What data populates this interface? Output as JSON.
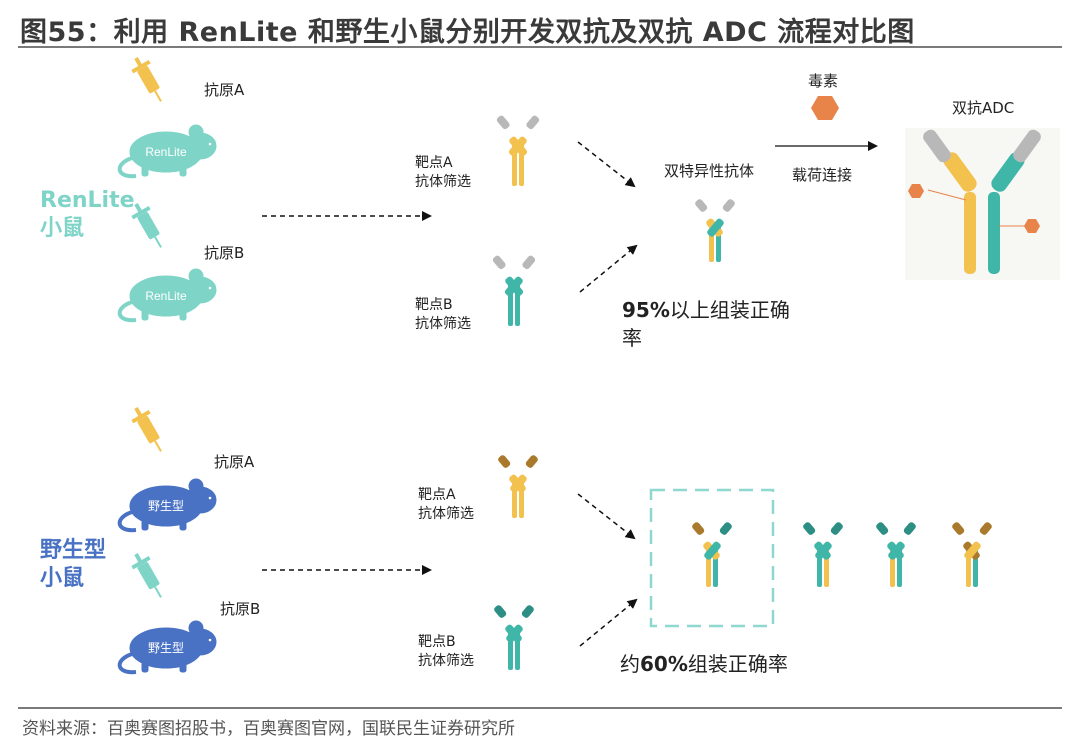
{
  "title": "图55：利用 RenLite 和野生小鼠分别开发双抗及双抗 ADC 流程对比图",
  "source": "资料来源：百奥赛图招股书，百奥赛图官网，国联民生证券研究所",
  "colors": {
    "teal": "#7fd4c8",
    "blue": "#4a72c4",
    "yellow": "#f2c14e",
    "green": "#3fb6a8",
    "gray": "#b8b8b8",
    "brown": "#a97a2c",
    "orange": "#e8834a"
  },
  "top": {
    "group_label_line1": "RenLite",
    "group_label_line2": "小鼠",
    "antigen_a": "抗原A",
    "antigen_b": "抗原B",
    "mouse_label": "RenLite",
    "screen_a_line1": "靶点A",
    "screen_a_line2": "抗体筛选",
    "screen_b_line1": "靶点B",
    "screen_b_line2": "抗体筛选",
    "bispecific": "双特异性抗体",
    "toxin": "毒素",
    "payload_link": "载荷连接",
    "adc": "双抗ADC",
    "rate_bold": "95%",
    "rate_line1_rest": "以上组装正确",
    "rate_line2": "率"
  },
  "bottom": {
    "group_label_line1": "野生型",
    "group_label_line2": "小鼠",
    "antigen_a": "抗原A",
    "antigen_b": "抗原B",
    "mouse_label": "野生型",
    "screen_a_line1": "靶点A",
    "screen_a_line2": "抗体筛选",
    "screen_b_line1": "靶点B",
    "screen_b_line2": "抗体筛选",
    "rate_prefix": "约",
    "rate_bold": "60%",
    "rate_rest": "组装正确率"
  }
}
